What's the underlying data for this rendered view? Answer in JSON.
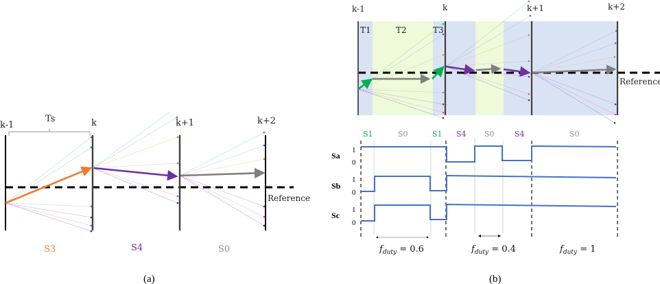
{
  "panel_a": {
    "caption": "(a)",
    "step_labels": [
      "k-1",
      "k",
      "k+1",
      "k+2"
    ],
    "period_label": "Ts",
    "reference_label": "Reference",
    "states": [
      {
        "label": "S3",
        "color": "#ed7d31"
      },
      {
        "label": "S4",
        "color": "#7030a0"
      },
      {
        "label": "S0",
        "color": "#8c8c8c"
      }
    ]
  },
  "panel_b": {
    "caption": "(b)",
    "step_labels": [
      "k-1",
      "k",
      "k+1",
      "k+2"
    ],
    "interval_labels": [
      "T1",
      "T2",
      "T3"
    ],
    "reference_label": "Reference",
    "states": [
      {
        "label": "S1",
        "color": "#00b050"
      },
      {
        "label": "S0",
        "color": "#8c8c8c"
      },
      {
        "label": "S1",
        "color": "#00b050"
      },
      {
        "label": "S4",
        "color": "#7030a0"
      },
      {
        "label": "S0",
        "color": "#8c8c8c"
      },
      {
        "label": "S4",
        "color": "#7030a0"
      },
      {
        "label": "S0",
        "color": "#8c8c8c"
      }
    ],
    "signals": [
      {
        "name": "Sa",
        "levels": [
          "1",
          "0"
        ]
      },
      {
        "name": "Sb",
        "levels": [
          "1",
          "0"
        ]
      },
      {
        "name": "Sc",
        "levels": [
          "1",
          "0"
        ]
      }
    ],
    "duty_labels": [
      {
        "text": "f",
        "sub": "duty",
        "value": " = 0.6"
      },
      {
        "text": "f",
        "sub": "duty",
        "value": " = 0.4"
      },
      {
        "text": "f",
        "sub": "duty",
        "value": " = 1"
      }
    ]
  },
  "colors": {
    "blue_band": "#dae3f3",
    "green_band": "#eefad9",
    "waveform": "#4472c4",
    "s1_green": "#00b050",
    "s3_orange": "#ed7d31",
    "s4_purple": "#7030a0",
    "s0_gray": "#7f7f7f"
  }
}
